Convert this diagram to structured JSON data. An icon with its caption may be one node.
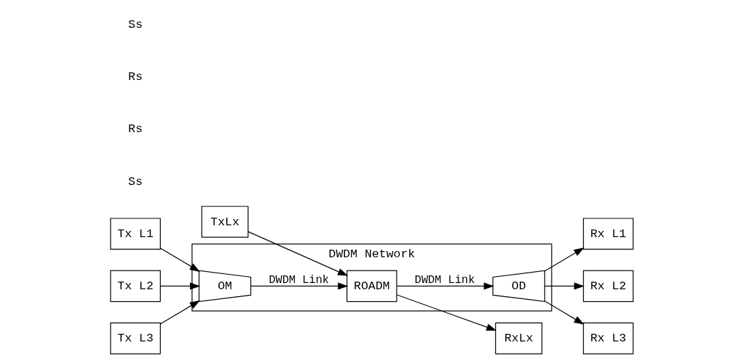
{
  "diagram": {
    "nodes": [
      {
        "text": [
          "DWDM Network"
        ]
      },
      {
        "text": [
          "Tx L1"
        ]
      },
      {
        "text": [
          "Tx L2"
        ]
      },
      {
        "text": [
          "Tx L3"
        ]
      },
      {
        "text": [
          "OM"
        ],
        "in": 0
      },
      {
        "text": [
          "ROADM"
        ],
        "in": 0
      },
      {
        "text": [
          "OD"
        ],
        "in": 0
      },
      {
        "text": [
          "Rx L1"
        ]
      },
      {
        "text": [
          "Rx L2"
        ]
      },
      {
        "text": [
          "Rx L3"
        ]
      },
      {
        "text": [
          "RxLx"
        ]
      },
      {
        "text": [
          "TxLx"
        ]
      }
    ],
    "edges": [
      {
        "from": 1,
        "to": 4,
        "arrow": "to"
      },
      {
        "from": 2,
        "to": 4,
        "arrow": "to"
      },
      {
        "from": 3,
        "to": 4,
        "arrow": "to"
      },
      {
        "from": 4,
        "to": 5,
        "arrow": "to",
        "label": "DWDM Link"
      },
      {
        "from": 5,
        "to": 6,
        "arrow": "to",
        "label": "DWDM Link"
      },
      {
        "from": 6,
        "to": 7,
        "arrow": "to"
      },
      {
        "from": 6,
        "to": 8,
        "arrow": "to"
      },
      {
        "from": 6,
        "to": 9,
        "arrow": "to"
      },
      {
        "from": 5,
        "to": 10,
        "arrow": "to"
      },
      {
        "from": 11,
        "to": 5,
        "arrow": "to"
      }
    ],
    "labels": [
      "Ss",
      "Rs",
      "Rs",
      "Ss"
    ]
  }
}
